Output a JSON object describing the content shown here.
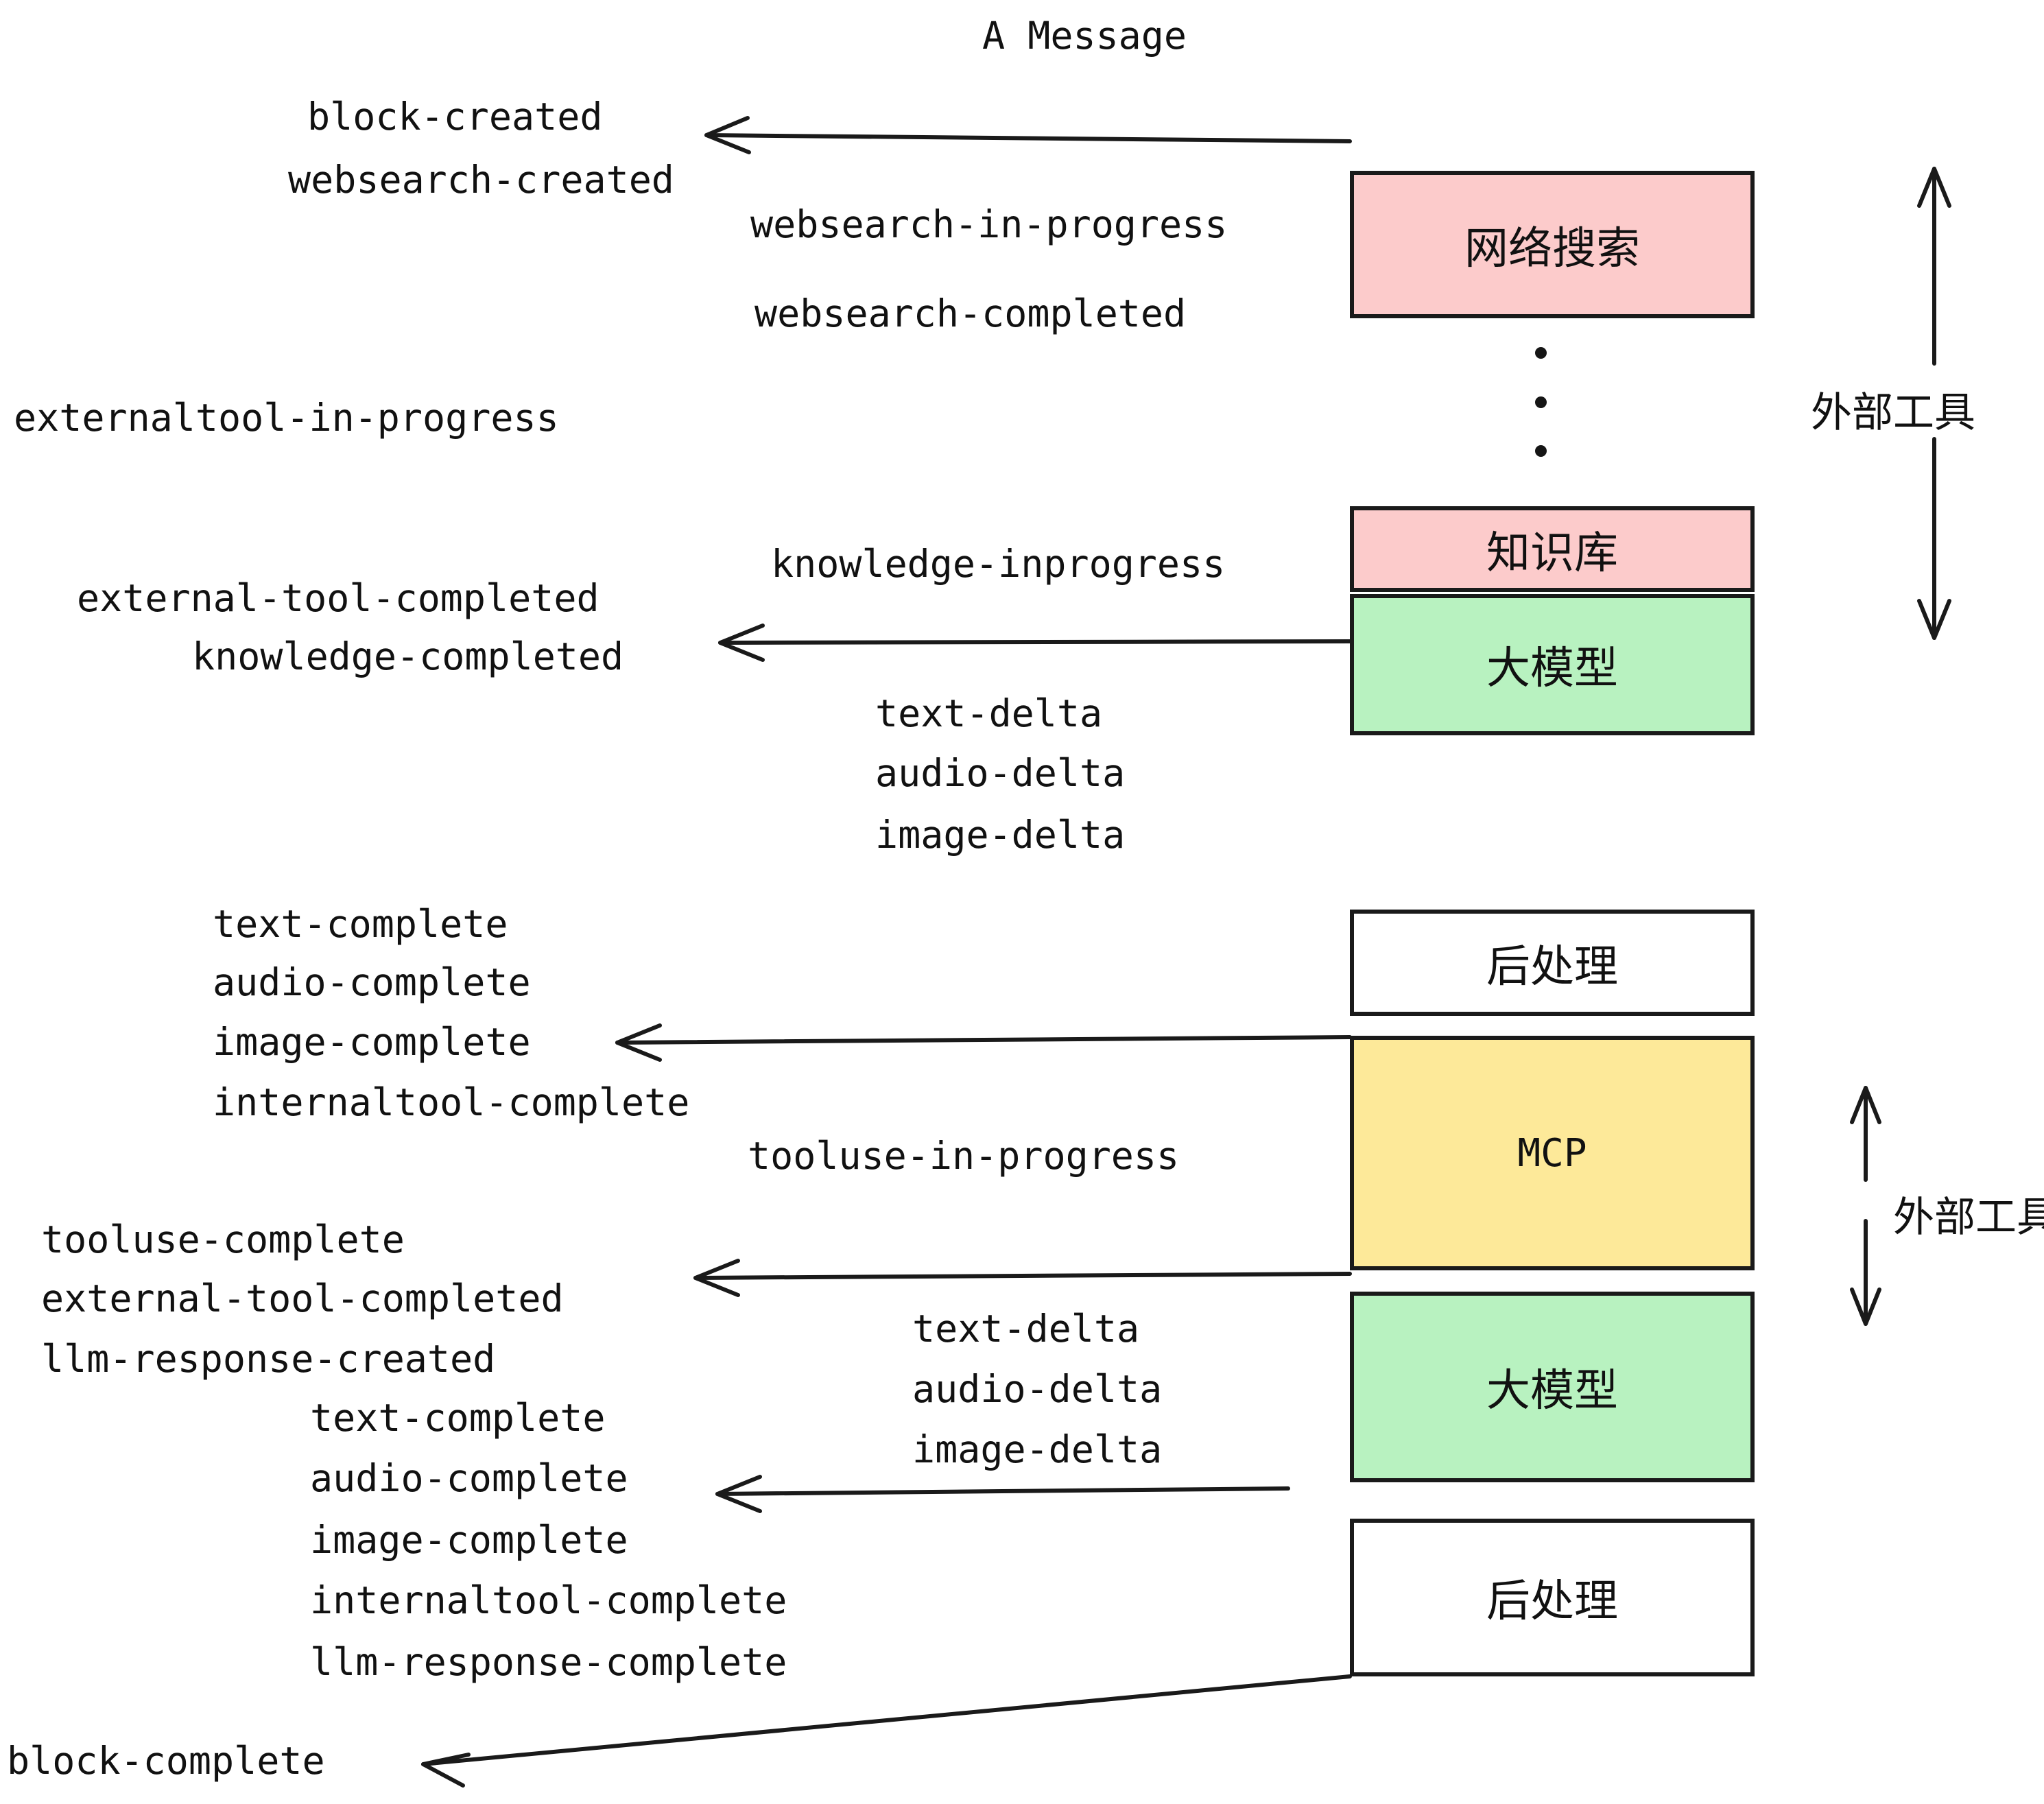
{
  "title": "A Message",
  "colors": {
    "pink": "#FCCBCB",
    "green": "#B8F2C0",
    "yellow": "#FDE999",
    "white": "#FFFFFF",
    "stroke": "#1A1A1A",
    "text": "#111111",
    "background": "#FFFFFF"
  },
  "boxes": [
    {
      "id": "websearch",
      "label": "网络搜索",
      "fill": "#FCCBCB"
    },
    {
      "id": "knowledge",
      "label": "知识库",
      "fill": "#FCCBCB"
    },
    {
      "id": "llm-top",
      "label": "大模型",
      "fill": "#B8F2C0"
    },
    {
      "id": "postprocess-1",
      "label": "后处理",
      "fill": "#FFFFFF"
    },
    {
      "id": "mcp",
      "label": "MCP",
      "fill": "#FDE999"
    },
    {
      "id": "llm-bottom",
      "label": "大模型",
      "fill": "#B8F2C0"
    },
    {
      "id": "postprocess-2",
      "label": "后处理",
      "fill": "#FFFFFF"
    }
  ],
  "side_labels": [
    {
      "id": "external-tools-top",
      "text": "外部工具"
    },
    {
      "id": "external-tools-bottom",
      "text": "外部工具"
    }
  ],
  "events": {
    "block_created": "block-created",
    "websearch_created": "websearch-created",
    "websearch_in_progress": "websearch-in-progress",
    "websearch_completed": "websearch-completed",
    "externaltool_in_progress": "externaltool-in-progress",
    "knowledge_inprogress": "knowledge-inprogress",
    "external_tool_completed_1": "external-tool-completed",
    "knowledge_completed": "knowledge-completed",
    "text_delta_1": "text-delta",
    "audio_delta_1": "audio-delta",
    "image_delta_1": "image-delta",
    "text_complete_1": "text-complete",
    "audio_complete_1": "audio-complete",
    "image_complete_1": "image-complete",
    "internaltool_complete_1": "internaltool-complete",
    "tooluse_in_progress": "tooluse-in-progress",
    "tooluse_complete": "tooluse-complete",
    "external_tool_completed_2": "external-tool-completed",
    "llm_response_created": "llm-response-created",
    "text_delta_2": "text-delta",
    "audio_delta_2": "audio-delta",
    "image_delta_2": "image-delta",
    "text_complete_2": "text-complete",
    "audio_complete_2": "audio-complete",
    "image_complete_2": "image-complete",
    "internaltool_complete_2": "internaltool-complete",
    "llm_response_complete": "llm-response-complete",
    "block_complete": "block-complete"
  },
  "chart_data": {
    "type": "diagram",
    "title": "A Message",
    "description": "Streaming event sequence diagram: emitted events on the left, producing components as boxes on the right, connected by leftward arrows.",
    "components": [
      {
        "name": "网络搜索",
        "color": "#FCCBCB",
        "kind": "external-tool"
      },
      {
        "name": "知识库",
        "color": "#FCCBCB",
        "kind": "external-tool"
      },
      {
        "name": "大模型",
        "color": "#B8F2C0",
        "kind": "llm"
      },
      {
        "name": "后处理",
        "color": "#FFFFFF",
        "kind": "post-processing"
      },
      {
        "name": "MCP",
        "color": "#FDE999",
        "kind": "external-tool"
      },
      {
        "name": "大模型",
        "color": "#B8F2C0",
        "kind": "llm"
      },
      {
        "name": "后处理",
        "color": "#FFFFFF",
        "kind": "post-processing"
      }
    ],
    "arrows": [
      {
        "from": "网络搜索",
        "to": "block-created / websearch-created",
        "direction": "left"
      },
      {
        "from": "知识库",
        "to": "knowledge-completed",
        "direction": "left"
      },
      {
        "from": "后处理",
        "to": "image-complete",
        "direction": "left"
      },
      {
        "from": "MCP",
        "to": "tooluse-complete",
        "direction": "left"
      },
      {
        "from": "大模型",
        "to": "audio-complete",
        "direction": "left"
      },
      {
        "from": "后处理",
        "to": "block-complete",
        "direction": "left"
      }
    ],
    "groups": [
      {
        "label": "外部工具",
        "members": [
          "网络搜索",
          "知识库"
        ]
      },
      {
        "label": "外部工具",
        "members": [
          "MCP"
        ]
      }
    ]
  }
}
